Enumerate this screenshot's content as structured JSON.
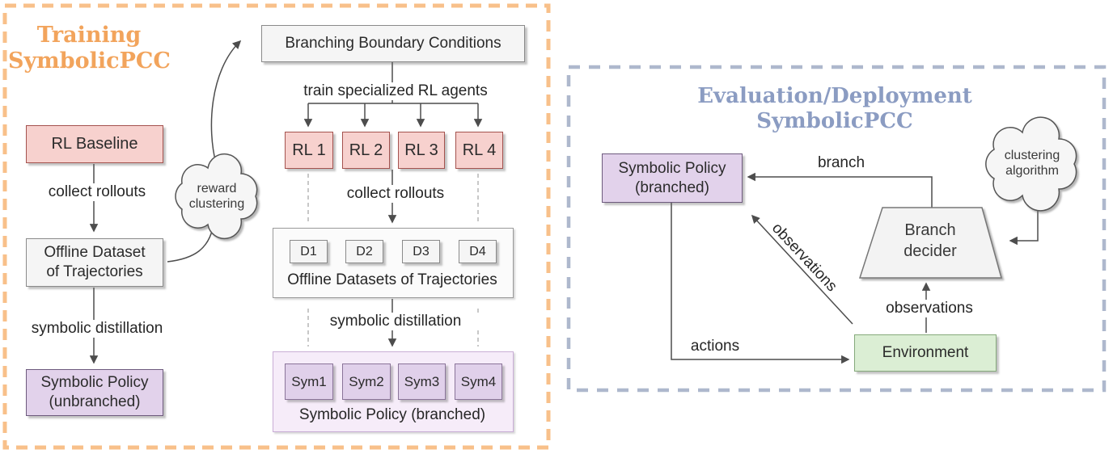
{
  "training": {
    "title_line1": "Training",
    "title_line2": "SymbolicPCC",
    "rl_baseline": "RL Baseline",
    "collect_rollouts_1": "collect rollouts",
    "offline_dataset_line1": "Offline Dataset",
    "offline_dataset_line2": "of Trajectories",
    "symbolic_distillation_1": "symbolic distillation",
    "symbolic_policy_line1": "Symbolic Policy",
    "symbolic_policy_line2": "(unbranched)",
    "reward_cloud_line1": "reward",
    "reward_cloud_line2": "clustering",
    "branching_conditions": "Branching Boundary Conditions",
    "train_agents": "train specialized RL agents",
    "rl_agents": [
      "RL 1",
      "RL 2",
      "RL 3",
      "RL 4"
    ],
    "collect_rollouts_2": "collect rollouts",
    "datasets": [
      "D1",
      "D2",
      "D3",
      "D4"
    ],
    "datasets_label": "Offline Datasets of Trajectories",
    "symbolic_distillation_2": "symbolic distillation",
    "sym_policies": [
      "Sym1",
      "Sym2",
      "Sym3",
      "Sym4"
    ],
    "sym_policies_label": "Symbolic Policy (branched)"
  },
  "evaluation": {
    "title_line1": "Evaluation/Deployment",
    "title_line2": "SymbolicPCC",
    "symbolic_policy_line1": "Symbolic Policy",
    "symbolic_policy_line2": "(branched)",
    "branch_label": "branch",
    "clustering_cloud_line1": "clustering",
    "clustering_cloud_line2": "algorithm",
    "branch_decider_line1": "Branch",
    "branch_decider_line2": "decider",
    "observations_diagonal": "observations",
    "observations_vertical": "observations",
    "actions_label": "actions",
    "environment": "Environment"
  },
  "colors": {
    "training_accent": "#f2a45c",
    "training_border": "#f8c08a",
    "evaluation_accent": "#8b9cc2",
    "evaluation_border": "#aeb8cd",
    "rl_box_fill": "#f7d1ce",
    "rl_box_border": "#a4524e",
    "policy_box_fill": "#e2d2eb",
    "policy_box_border": "#6d5a7d",
    "dataset_box_fill": "#f5f5f5",
    "environment_fill": "#dbeed4",
    "environment_border": "#85a97b",
    "line_color": "#4d4d4d"
  }
}
